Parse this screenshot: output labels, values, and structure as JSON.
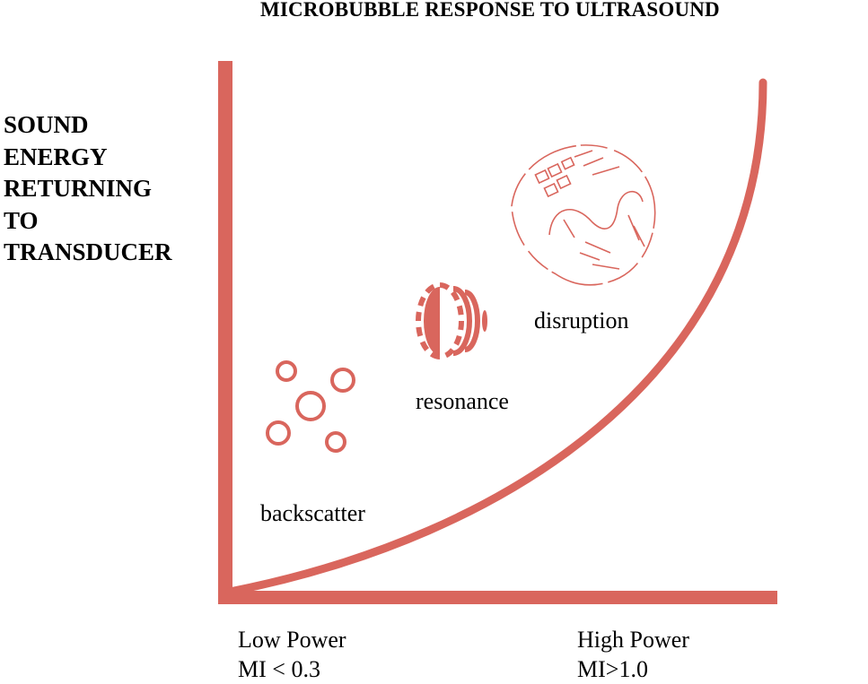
{
  "title": "MICROBUBBLE RESPONSE TO ULTRASOUND",
  "y_axis_label_lines": [
    "SOUND",
    "ENERGY",
    "RETURNING",
    "TO",
    "TRANSDUCER"
  ],
  "stages": {
    "backscatter": "backscatter",
    "resonance": "resonance",
    "disruption": "disruption"
  },
  "x_axis": {
    "low": {
      "line1": "Low Power",
      "line2": "MI < 0.3"
    },
    "high": {
      "line1": "High Power",
      "line2": "MI>1.0"
    }
  },
  "colors": {
    "accent": "#d9665d",
    "text": "#000000",
    "background": "#ffffff"
  },
  "icons": [
    "bubble-cluster-icon",
    "resonating-bubble-icon",
    "disrupted-bubble-icon"
  ]
}
